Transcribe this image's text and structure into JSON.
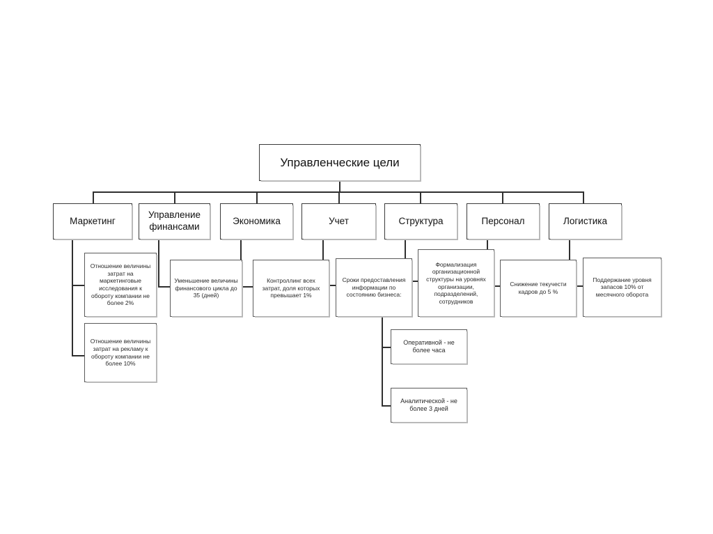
{
  "diagram": {
    "title": "Управленческие цели",
    "type": "organizational-tree",
    "background_color": "#ffffff",
    "line_color": "#2f2f2f",
    "box_border_color": "#4a4a4a",
    "box_fill_color": "#ffffff",
    "root": {
      "label": "Управленческие цели"
    },
    "categories": [
      {
        "id": "marketing",
        "label": "Маркетинг",
        "details": [
          "Отношение величины затрат на маркетинговые исследования к обороту компании не более 2%",
          "Отношение величины затрат на рекламу к обороту компании не более 10%"
        ]
      },
      {
        "id": "finance",
        "label": "Управление финансами",
        "details": [
          "Уменьшение величины финансового цикла до 35 (дней)"
        ]
      },
      {
        "id": "economics",
        "label": "Экономика",
        "details": [
          "Контроллинг всех затрат, доля которых превышает 1%"
        ]
      },
      {
        "id": "accounting",
        "label": "Учет",
        "details": [
          "Сроки предоставления информации по состоянию бизнеса:"
        ],
        "subdetails": [
          "Оперативной - не более часа",
          "Аналитической - не более 3 дней"
        ]
      },
      {
        "id": "structure",
        "label": "Структура",
        "details": [
          "Формализация организационной структуры на уровнях организации, подразделений, сотрудников"
        ]
      },
      {
        "id": "personnel",
        "label": "Персонал",
        "details": [
          "Снижение текучести кадров до 5 %"
        ]
      },
      {
        "id": "logistics",
        "label": "Логистика",
        "details": [
          "Поддержание уровня запасов 10% от месячного оборота"
        ]
      }
    ]
  }
}
